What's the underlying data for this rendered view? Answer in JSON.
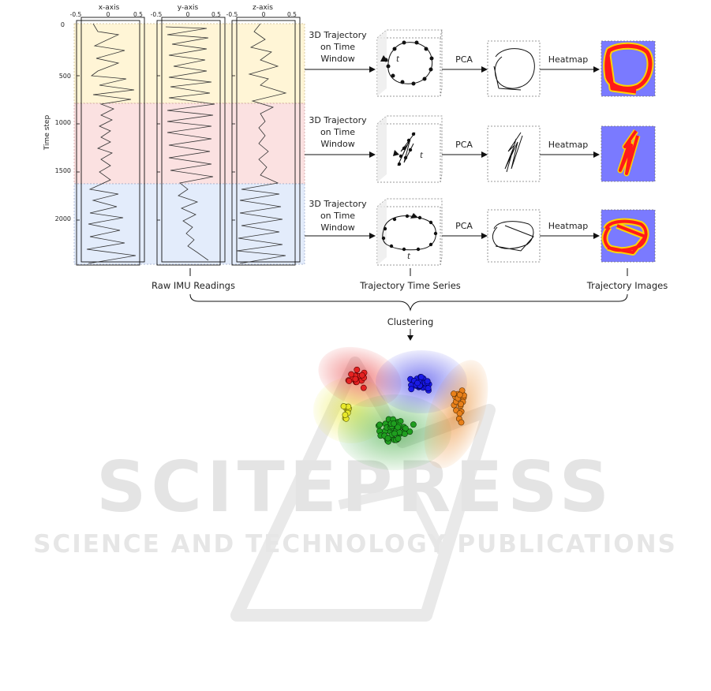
{
  "imu_panel": {
    "axis_titles": [
      "x-axis",
      "y-axis",
      "z-axis"
    ],
    "tick_labels": [
      "-0.5",
      "0",
      "0.5"
    ],
    "y_axis_title": "Time step",
    "y_ticks": [
      "0",
      "500",
      "1000",
      "1500",
      "2000"
    ],
    "window_colors": [
      "#fff5d6",
      "#fbe1e1",
      "#e3ecfb"
    ]
  },
  "rows": [
    {
      "step_label": [
        "3D Trajectory",
        "on Time",
        "Window"
      ],
      "pca_label": "PCA",
      "heatmap_label": "Heatmap"
    },
    {
      "step_label": [
        "3D Trajectory",
        "on Time",
        "Window"
      ],
      "pca_label": "PCA",
      "heatmap_label": "Heatmap"
    },
    {
      "step_label": [
        "3D Trajectory",
        "on Time",
        "Window"
      ],
      "pca_label": "PCA",
      "heatmap_label": "Heatmap"
    }
  ],
  "trajectory_marker": "t",
  "captions": {
    "raw": "Raw IMU Readings",
    "series": "Trajectory Time Series",
    "images": "Trajectory Images"
  },
  "clustering_label": "Clustering",
  "cluster_colors": {
    "red": "#e52222",
    "blue": "#1a1ae6",
    "yellow": "#e8e82a",
    "green": "#1f9e1f",
    "orange": "#e8801a"
  },
  "heatmap_colors": {
    "background": "#7a7aff",
    "line": "#ff1a1a",
    "glow": "#ffd400"
  },
  "watermark": {
    "line1": "SCITEPRESS",
    "line2": "SCIENCE AND TECHNOLOGY PUBLICATIONS",
    "color": "#e6e6e6"
  }
}
